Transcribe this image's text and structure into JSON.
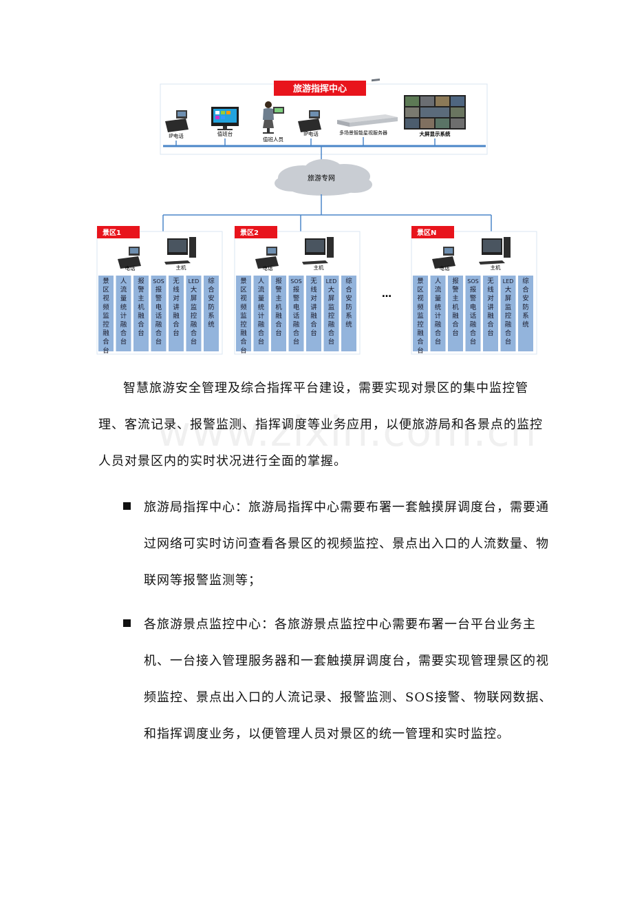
{
  "diagram": {
    "command_center": "旅游指挥中心",
    "top_devices": [
      "IP电话",
      "值班台",
      "值班人员",
      "IP电话",
      "多场景智能星视服务器",
      "大屏显示系统"
    ],
    "network": "旅游专网",
    "ellipsis": "…",
    "zones": [
      {
        "name": "景区1",
        "phone_label": "电话",
        "host_label": "主机",
        "modules": [
          "景区视频监控融合台",
          "人流量统计融合台",
          "报警主机融合台",
          "SOS报警电话融合台",
          "无线对讲融合台",
          "LED大屏监控融合台",
          "综合安防系统"
        ]
      },
      {
        "name": "景区2",
        "phone_label": "电话",
        "host_label": "主机",
        "modules": [
          "景区视频监控融合台",
          "人流量统计融合台",
          "报警主机融合台",
          "SOS报警电话融合台",
          "无线对讲融合台",
          "LED大屏监控融合台",
          "综合安防系统"
        ]
      },
      {
        "name": "景区N",
        "phone_label": "电话",
        "host_label": "主机",
        "modules": [
          "景区视频监控融合台",
          "人流量统计融合台",
          "报警主机融合台",
          "SOS报警电话融合台",
          "无线对讲融合台",
          "LED大屏监控融合台",
          "综合安防系统"
        ]
      }
    ]
  },
  "intro": "智慧旅游安全管理及综合指挥平台建设，需要实现对景区的集中监控管理、客流记录、报警监测、指挥调度等业务应用，以便旅游局和各景点的监控人员对景区内的实时状况进行全面的掌握。",
  "watermark": "www.zixin.com.cn",
  "bullets": [
    "旅游局指挥中心：旅游局指挥中心需要布署一套触摸屏调度台，需要通过网络可实时访问查看各景区的视频监控、景点出入口的人流数量、物联网等报警监测等；",
    "各旅游景点监控中心：各旅游景点监控中心需要布署一台平台业务主机、一台接入管理服务器和一套触摸屏调度台，需要实现管理景区的视频监控、景点出入口的人流记录、报警监测、SOS接警、物联网数据、和指挥调度业务，以便管理人员对景区的统一管理和实时监控。"
  ],
  "colors": {
    "red": "#e8141c",
    "module_fill": "#93b4dc",
    "line": "#4a86c8",
    "cloud": "#c9cdd3"
  }
}
